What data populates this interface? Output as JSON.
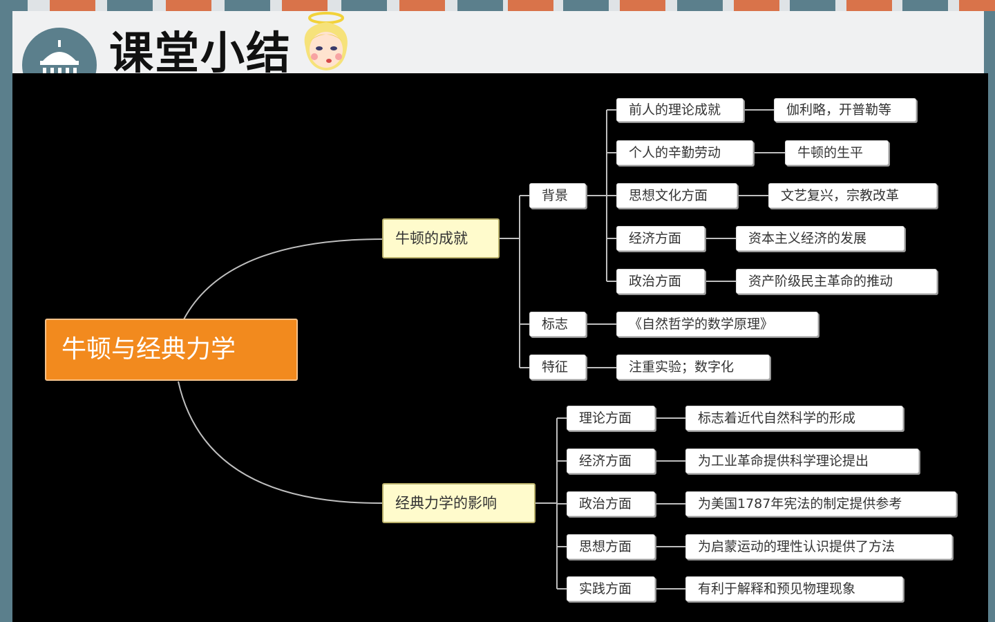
{
  "header": {
    "title": "课堂小结"
  },
  "colors": {
    "stripe_orange": "#d9734a",
    "stripe_teal": "#5b7f8c",
    "root_fill": "#f28a1e",
    "branch_fill": "#fffbcc",
    "board_bg": "#000000",
    "connector": "#bfbfbf"
  },
  "icons": [
    "building-logo-icon",
    "angel-mascot-icon"
  ],
  "mindmap": {
    "root": "牛顿与经典力学",
    "branches": [
      {
        "label": "牛顿的成就",
        "children": [
          {
            "label": "背景",
            "children": [
              {
                "label": "前人的理论成就",
                "detail": "伽利略，开普勒等"
              },
              {
                "label": "个人的辛勤劳动",
                "detail": "牛顿的生平"
              },
              {
                "label": "思想文化方面",
                "detail": "文艺复兴，宗教改革"
              },
              {
                "label": "经济方面",
                "detail": "资本主义经济的发展"
              },
              {
                "label": "政治方面",
                "detail": "资产阶级民主革命的推动"
              }
            ]
          },
          {
            "label": "标志",
            "detail": "《自然哲学的数学原理》"
          },
          {
            "label": "特征",
            "detail": "注重实验；数字化"
          }
        ]
      },
      {
        "label": "经典力学的影响",
        "children": [
          {
            "label": "理论方面",
            "detail": "标志着近代自然科学的形成"
          },
          {
            "label": "经济方面",
            "detail": "为工业革命提供科学理论提出"
          },
          {
            "label": "政治方面",
            "detail": "为美国1787年宪法的制定提供参考"
          },
          {
            "label": "思想方面",
            "detail": "为启蒙运动的理性认识提供了方法"
          },
          {
            "label": "实践方面",
            "detail": "有利于解释和预见物理现象"
          }
        ]
      }
    ]
  }
}
